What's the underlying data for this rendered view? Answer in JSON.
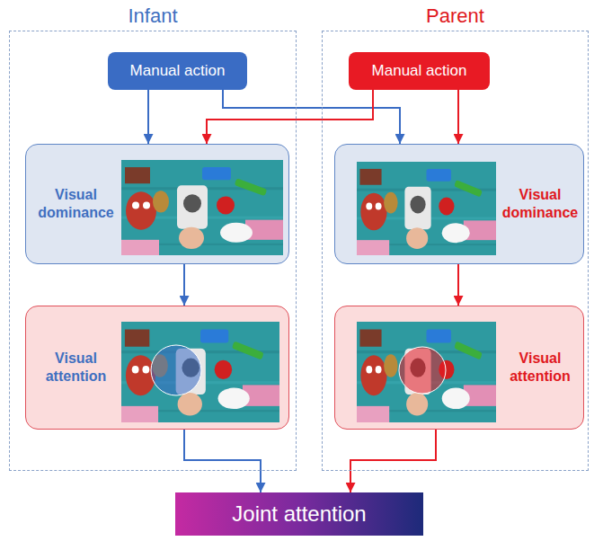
{
  "diagram": {
    "nodes": [
      {
        "text": [
          "Infant"
        ]
      },
      {
        "text": [
          "Manual action"
        ],
        "in": 0
      },
      {
        "text": [
          "Visual dominance"
        ],
        "in": 0
      },
      {
        "text": [
          "Visual attention"
        ],
        "in": 0
      },
      {
        "text": [
          "Parent"
        ]
      },
      {
        "text": [
          "Manual action"
        ],
        "in": 4
      },
      {
        "text": [
          "Visual dominance"
        ],
        "in": 4
      },
      {
        "text": [
          "Visual attention"
        ],
        "in": 4
      },
      {
        "text": [
          "Joint attention"
        ]
      }
    ],
    "edges": [
      {
        "from": 1,
        "to": 2,
        "arrow": "to"
      },
      {
        "from": 1,
        "to": 6,
        "arrow": "to"
      },
      {
        "from": 5,
        "to": 2,
        "arrow": "to"
      },
      {
        "from": 5,
        "to": 6,
        "arrow": "to"
      },
      {
        "from": 2,
        "to": 3,
        "arrow": "to"
      },
      {
        "from": 6,
        "to": 7,
        "arrow": "to"
      },
      {
        "from": 3,
        "to": 8,
        "arrow": "to"
      },
      {
        "from": 7,
        "to": 8,
        "arrow": "to"
      }
    ]
  }
}
